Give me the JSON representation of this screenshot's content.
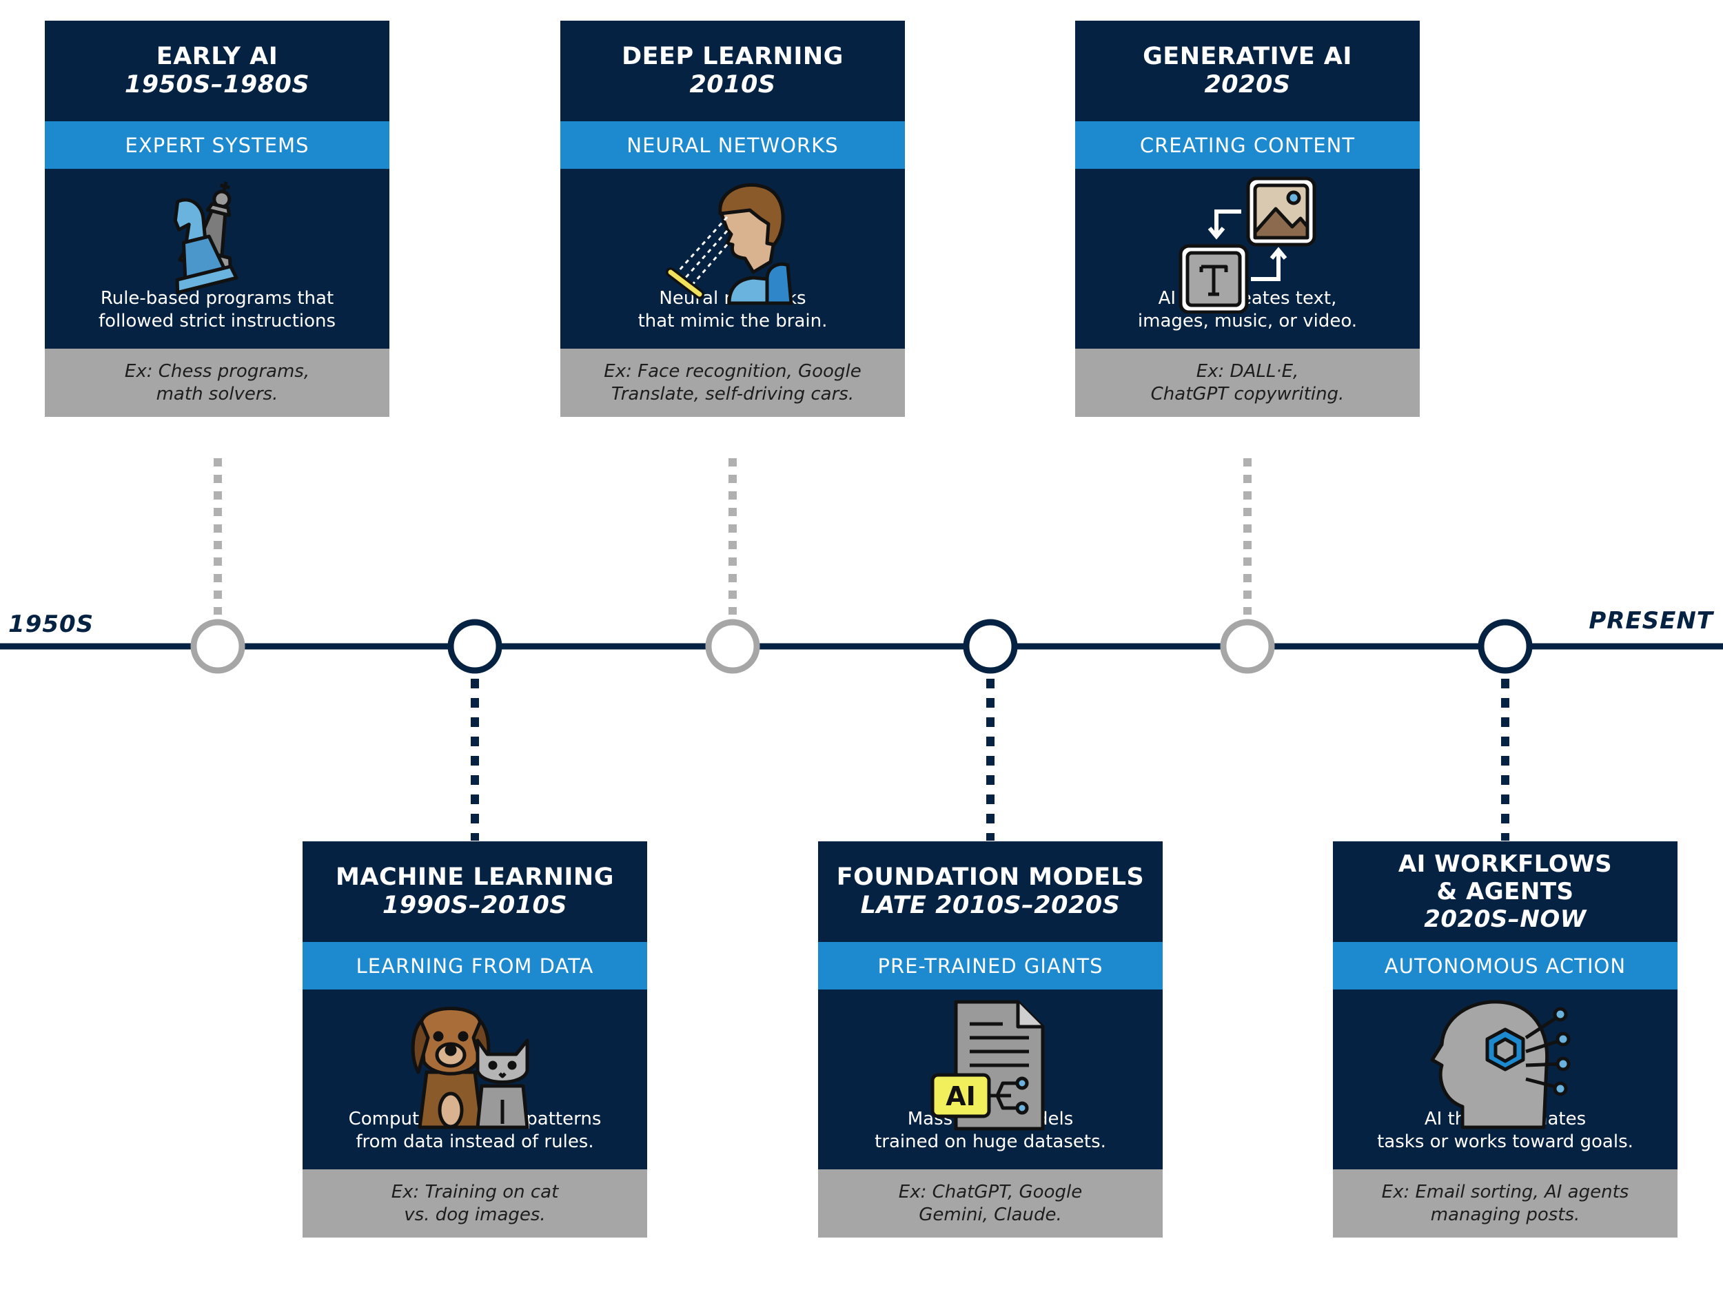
{
  "timeline": {
    "start_label": "1950S",
    "end_label": "PRESENT"
  },
  "colors": {
    "navy": "#062242",
    "blue": "#1d89cf",
    "gray": "#a6a6a6",
    "connector_gray": "#b0b0b0"
  },
  "eras": [
    {
      "title": "EARLY AI",
      "era": "1950S–1980S",
      "band": "EXPERT SYSTEMS",
      "icon": "chess-pieces-icon",
      "desc": "Rule-based programs that\nfollowed strict instructions",
      "example": "Ex: Chess programs,\nmath solvers."
    },
    {
      "title": "MACHINE LEARNING",
      "era": "1990S–2010S",
      "band": "LEARNING FROM DATA",
      "icon": "dog-and-cat-icon",
      "desc": "Computers learned patterns\nfrom data instead of rules.",
      "example": "Ex: Training on cat\nvs. dog images."
    },
    {
      "title": "DEEP LEARNING",
      "era": "2010S",
      "band": "NEURAL NETWORKS",
      "icon": "face-scan-icon",
      "desc": "Neural networks\nthat mimic the brain.",
      "example": "Ex: Face recognition, Google\nTranslate, self-driving cars."
    },
    {
      "title": "FOUNDATION MODELS",
      "era": "LATE 2010S–2020S",
      "band": "PRE-TRAINED GIANTS",
      "icon": "ai-document-icon",
      "desc": "Massive AI models\ntrained on huge datasets.",
      "example": "Ex: ChatGPT, Google\nGemini, Claude."
    },
    {
      "title": "GENERATIVE AI",
      "era": "2020S",
      "band": "CREATING CONTENT",
      "icon": "text-to-image-icon",
      "desc": "AI that creates text,\nimages, music, or video.",
      "example": "Ex: DALL·E,\nChatGPT copywriting."
    },
    {
      "title": "AI WORKFLOWS\n& AGENTS",
      "title_line1": "AI WORKFLOWS",
      "title_line2": "& AGENTS",
      "era": "2020S–NOW",
      "band": "AUTONOMOUS ACTION",
      "icon": "ai-head-chip-icon",
      "desc": "AI that automates\ntasks or works toward goals.",
      "example": "Ex: Email sorting, AI agents\nmanaging posts."
    }
  ]
}
